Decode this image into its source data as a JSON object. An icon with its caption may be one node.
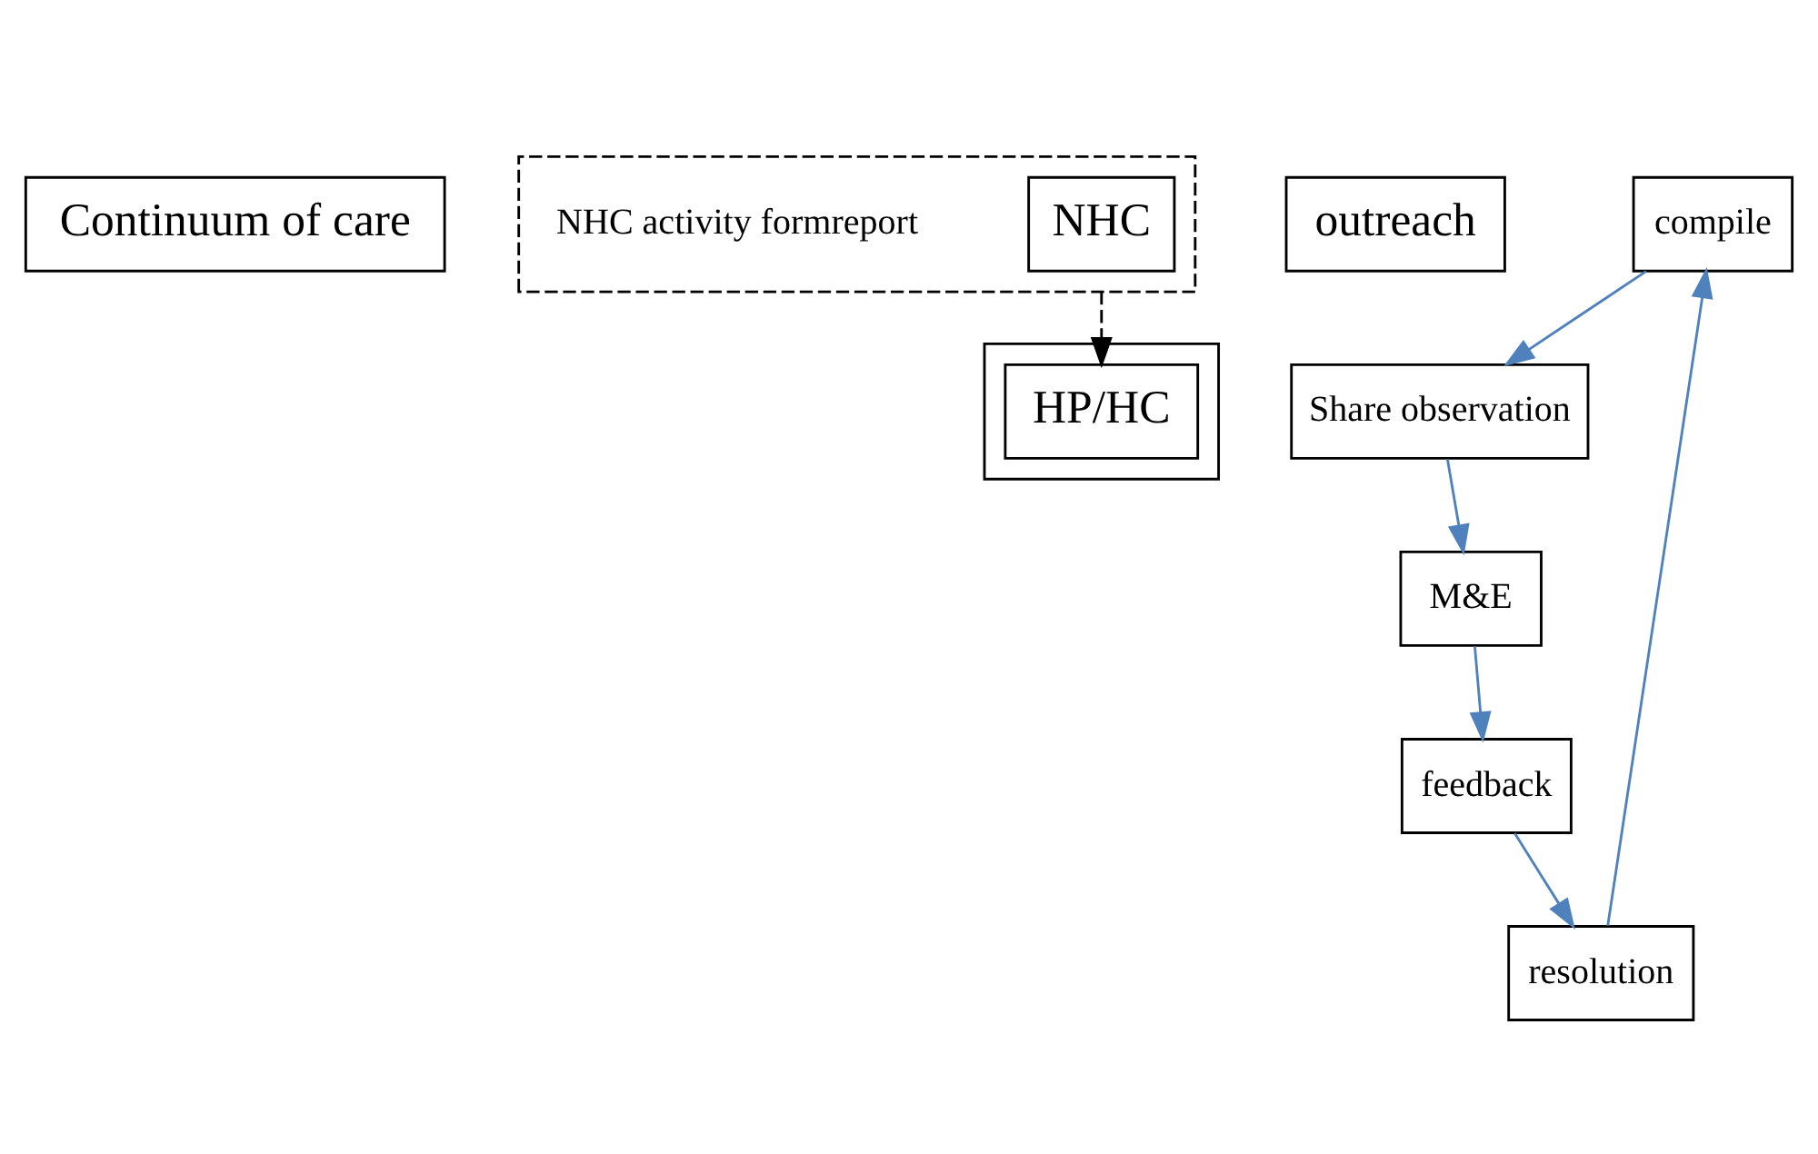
{
  "diagram": {
    "nodes": [
      {
        "text": [
          "Continuum of care"
        ]
      },
      {
        "text": [],
        "shape": "box"
      },
      {
        "text": [
          "HP/HC"
        ],
        "in": 1
      },
      {
        "text": [],
        "shape": "box"
      },
      {
        "text": [
          "outreach"
        ]
      },
      {
        "text": [
          "compile"
        ]
      },
      {
        "text": [
          "Share observation"
        ]
      },
      {
        "text": [
          "M&E"
        ]
      },
      {
        "text": [
          "feedback"
        ]
      },
      {
        "text": [
          "resolution"
        ]
      },
      {
        "text": [
          "NHC"
        ],
        "in": 3
      }
    ],
    "edges": [
      {
        "from": 3,
        "to": 2,
        "arrow": "to",
        "style": "dashed",
        "color": "#000000"
      },
      {
        "from": 5,
        "to": 6,
        "arrow": "to"
      },
      {
        "from": 6,
        "to": 7,
        "arrow": "to"
      },
      {
        "from": 7,
        "to": 8,
        "arrow": "to"
      },
      {
        "from": 8,
        "to": 9,
        "arrow": "to"
      },
      {
        "from": 9,
        "to": 5,
        "arrow": "to"
      }
    ],
    "labels": [
      "NHC activity formreport"
    ]
  }
}
